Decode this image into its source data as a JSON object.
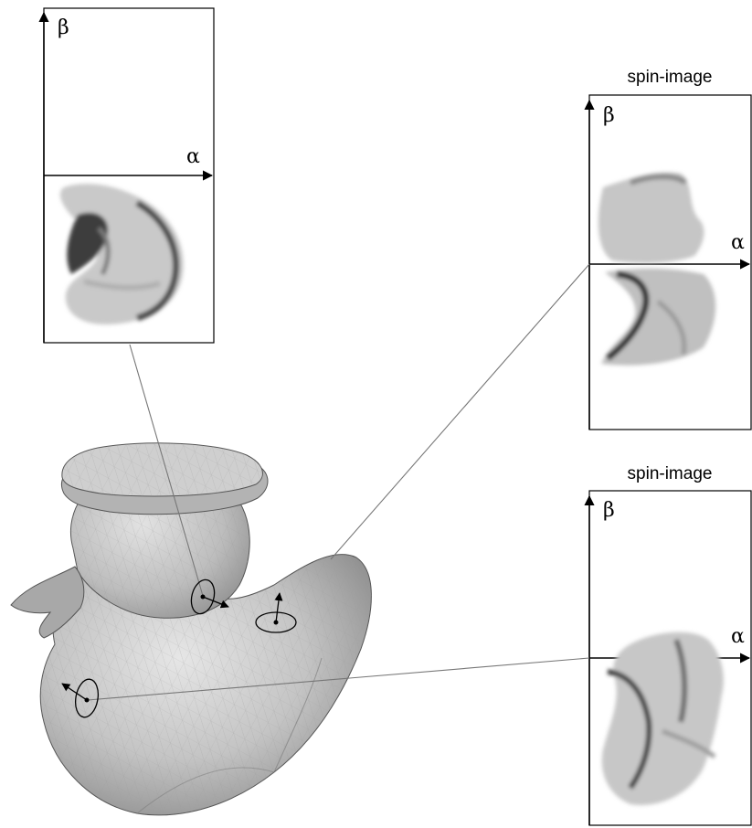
{
  "panels": {
    "top_left": {
      "title": "",
      "alpha": "α",
      "beta": "β"
    },
    "right_top": {
      "title": "spin-image",
      "alpha": "α",
      "beta": "β"
    },
    "right_bottom": {
      "title": "spin-image",
      "alpha": "α",
      "beta": "β"
    }
  },
  "colors": {
    "line": "#000000",
    "leader": "#777777",
    "mesh_light": "#d4d4d4",
    "mesh_mid": "#a9a9a9",
    "mesh_dark": "#6f6f6f"
  }
}
